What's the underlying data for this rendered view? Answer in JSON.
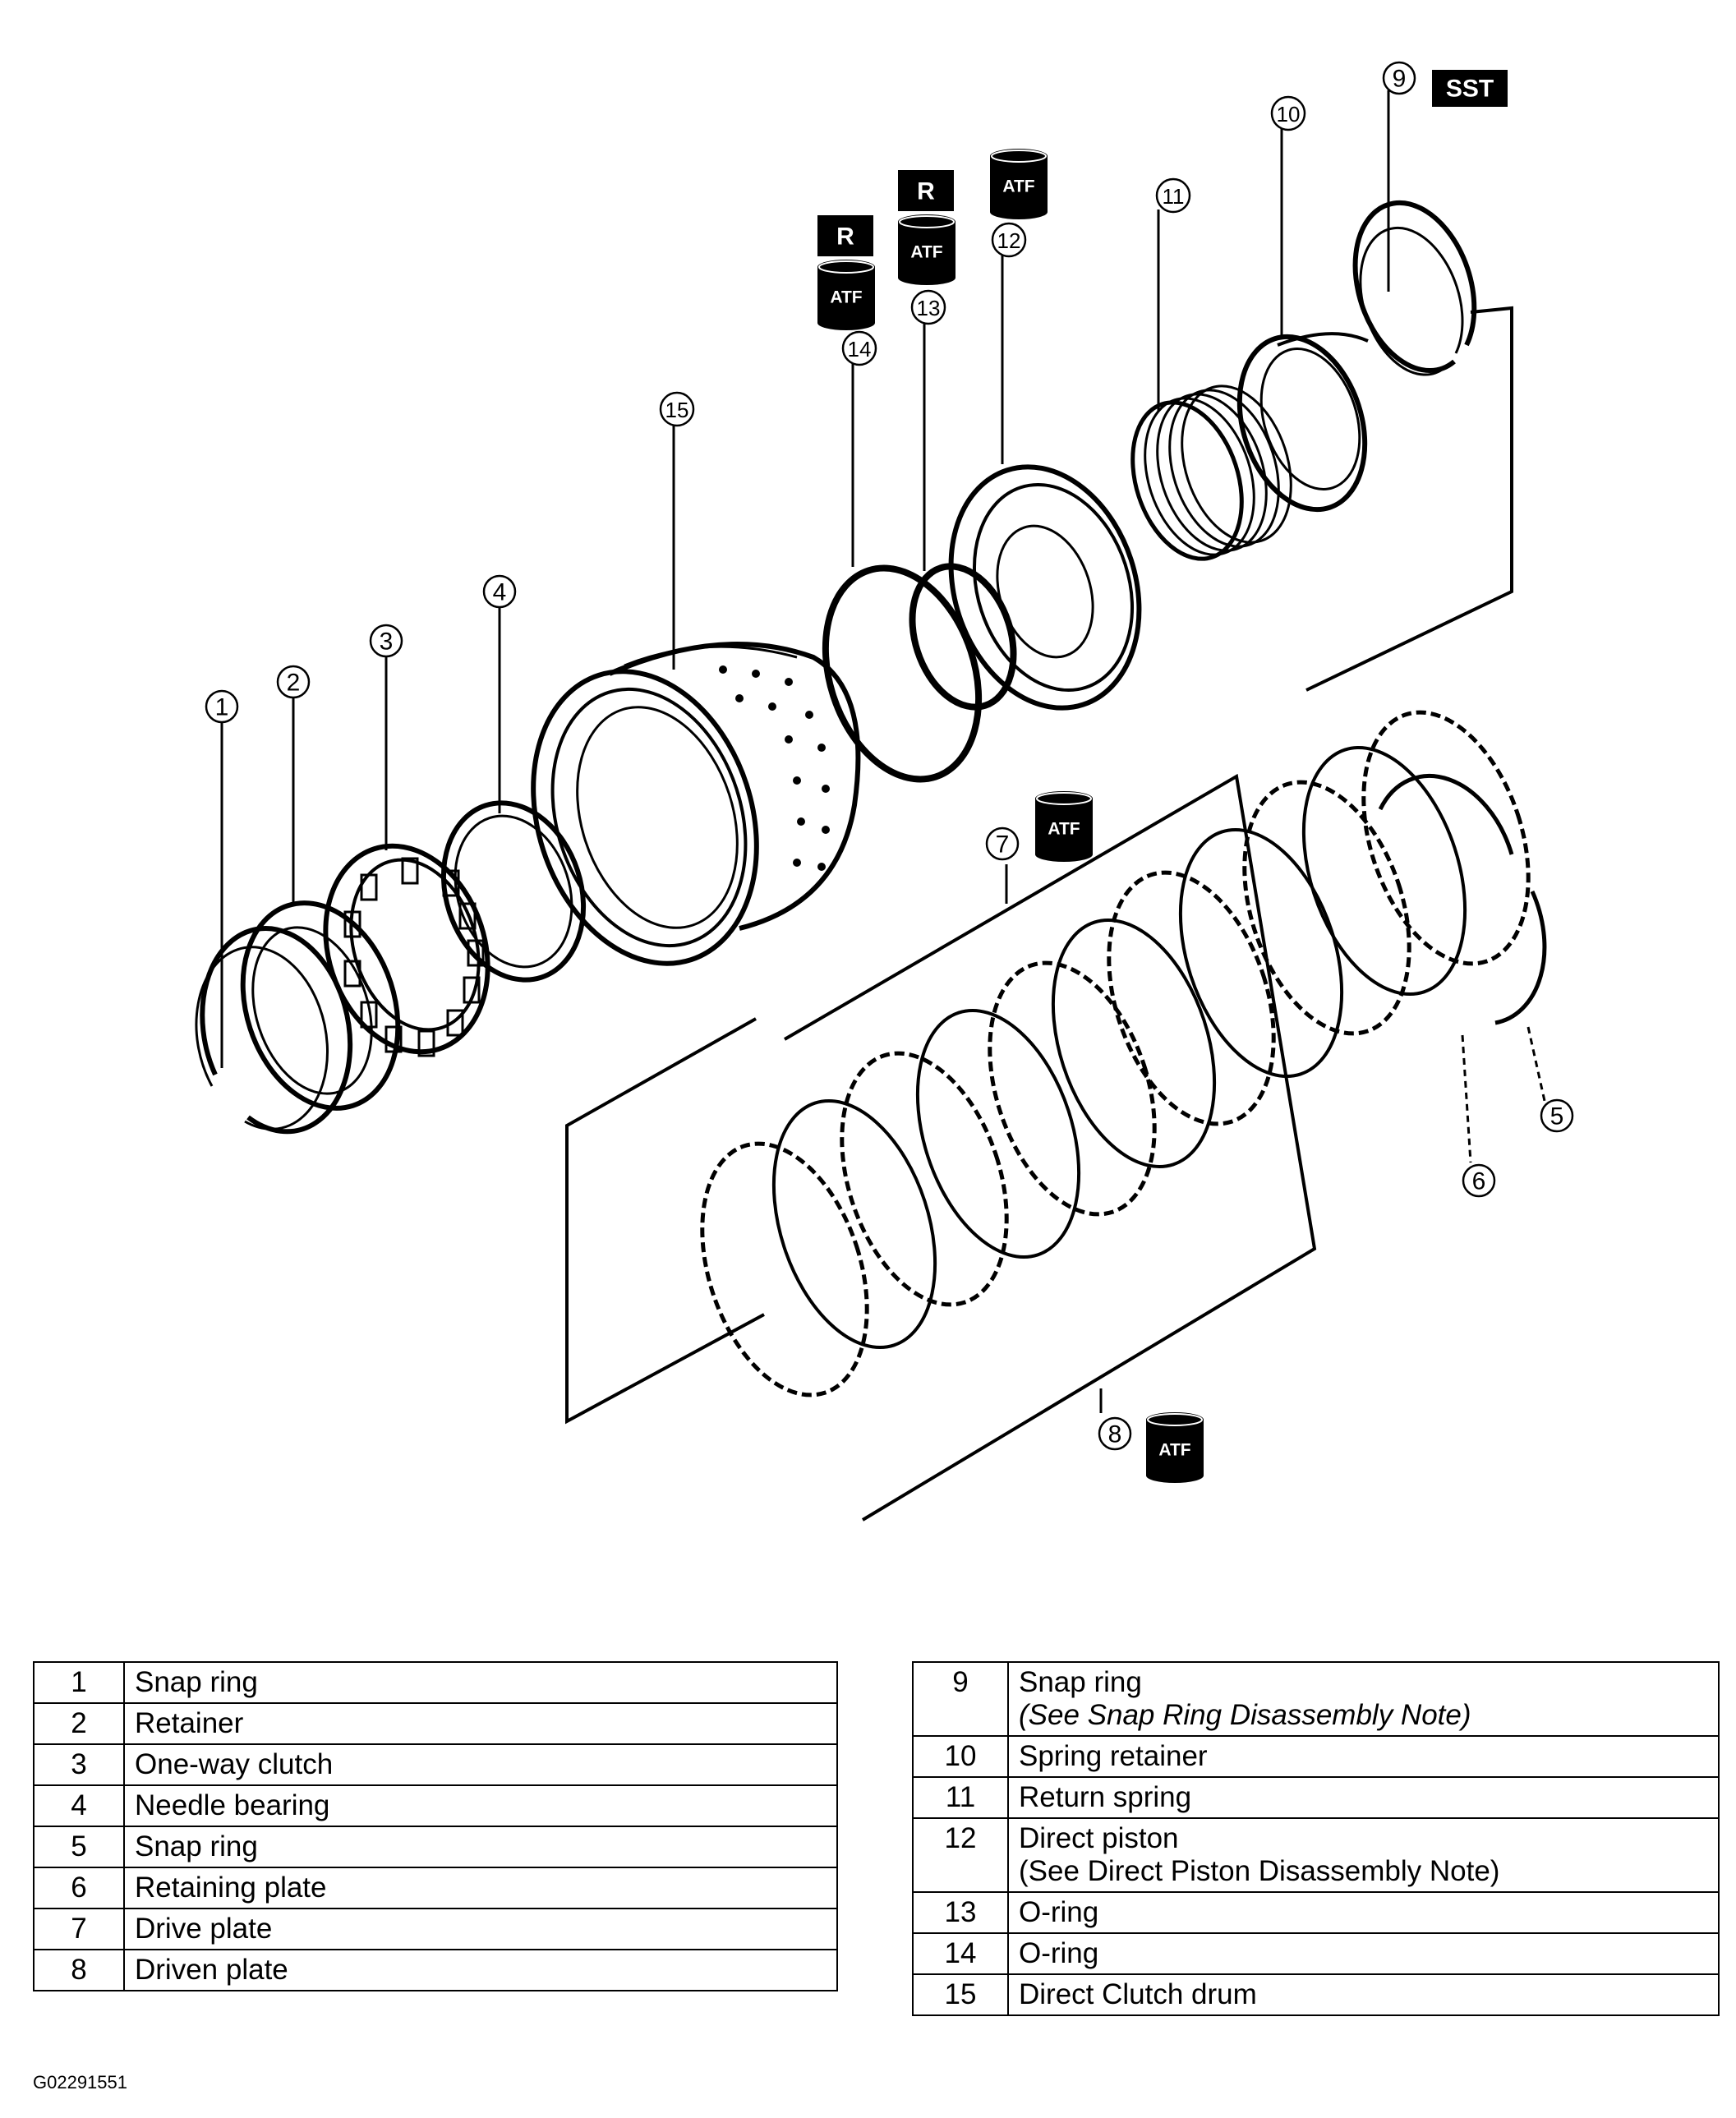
{
  "callouts": [
    "1",
    "2",
    "3",
    "4",
    "5",
    "6",
    "7",
    "8",
    "9",
    "10",
    "11",
    "12",
    "13",
    "14",
    "15"
  ],
  "badges": {
    "sst": "SST",
    "r": "R",
    "atf": "ATF"
  },
  "legend_left": [
    {
      "num": "1",
      "name": "Snap ring"
    },
    {
      "num": "2",
      "name": "Retainer"
    },
    {
      "num": "3",
      "name": "One-way clutch"
    },
    {
      "num": "4",
      "name": "Needle bearing"
    },
    {
      "num": "5",
      "name": "Snap ring"
    },
    {
      "num": "6",
      "name": "Retaining plate"
    },
    {
      "num": "7",
      "name": "Drive plate"
    },
    {
      "num": "8",
      "name": "Driven plate"
    }
  ],
  "legend_right": [
    {
      "num": "9",
      "name": "Snap ring",
      "note": "(See Snap Ring Disassembly Note)"
    },
    {
      "num": "10",
      "name": "Spring retainer"
    },
    {
      "num": "11",
      "name": "Return spring"
    },
    {
      "num": "12",
      "name": "Direct piston",
      "note": "(See Direct Piston Disassembly Note)"
    },
    {
      "num": "13",
      "name": "O-ring"
    },
    {
      "num": "14",
      "name": "O-ring"
    },
    {
      "num": "15",
      "name": "Direct Clutch drum"
    }
  ],
  "figure_code": "G02291551"
}
